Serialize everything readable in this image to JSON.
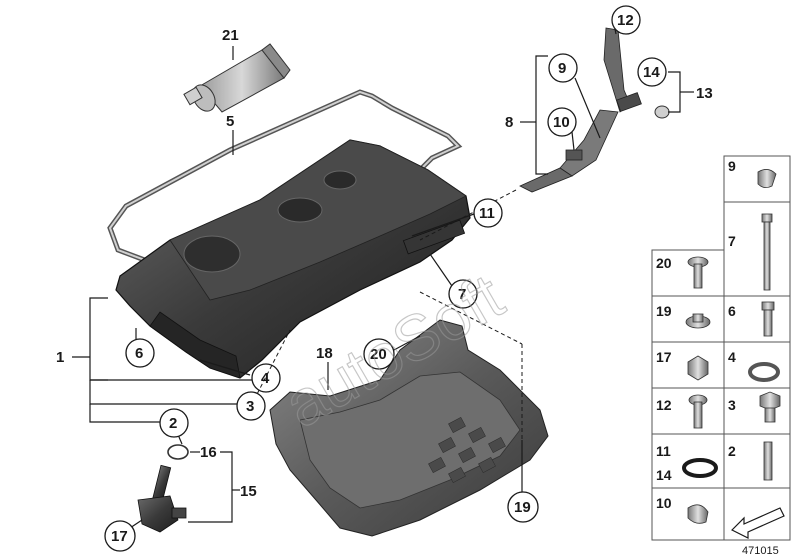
{
  "diagram": {
    "callouts": {
      "c21": "21",
      "c5": "5",
      "c12": "12",
      "c9": "9",
      "c14": "14",
      "c13": "13",
      "c8": "8",
      "c10": "10",
      "c11": "11",
      "c7": "7",
      "c1": "1",
      "c6": "6",
      "c4": "4",
      "c3": "3",
      "c2": "2",
      "c16": "16",
      "c15": "15",
      "c17": "17",
      "c18": "18",
      "c20": "20",
      "c19": "19"
    },
    "document_number": "471015",
    "watermark": "autoSoft"
  },
  "parts_table": {
    "rows": [
      {
        "left": "",
        "right": "9"
      },
      {
        "left": "",
        "right": "7"
      },
      {
        "left": "20",
        "right": ""
      },
      {
        "left": "19",
        "right": "6"
      },
      {
        "left": "17",
        "right": "4"
      },
      {
        "left": "12",
        "right": "3"
      },
      {
        "left": "11",
        "left2": "14",
        "right": "2"
      },
      {
        "left": "10",
        "right": ""
      }
    ]
  }
}
